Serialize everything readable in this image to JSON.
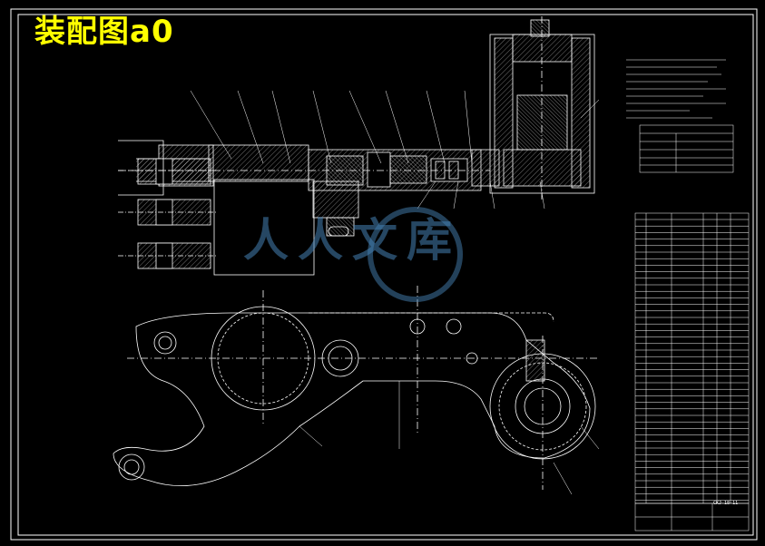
{
  "title": "装配图a0",
  "watermark": "人人文库",
  "drawing_code": "CKJ-18-11",
  "colors": {
    "background": "#000000",
    "line": "#ffffff",
    "hatch": "#bbbbbb",
    "title": "#ffff00",
    "watermark": "#4682b4"
  }
}
